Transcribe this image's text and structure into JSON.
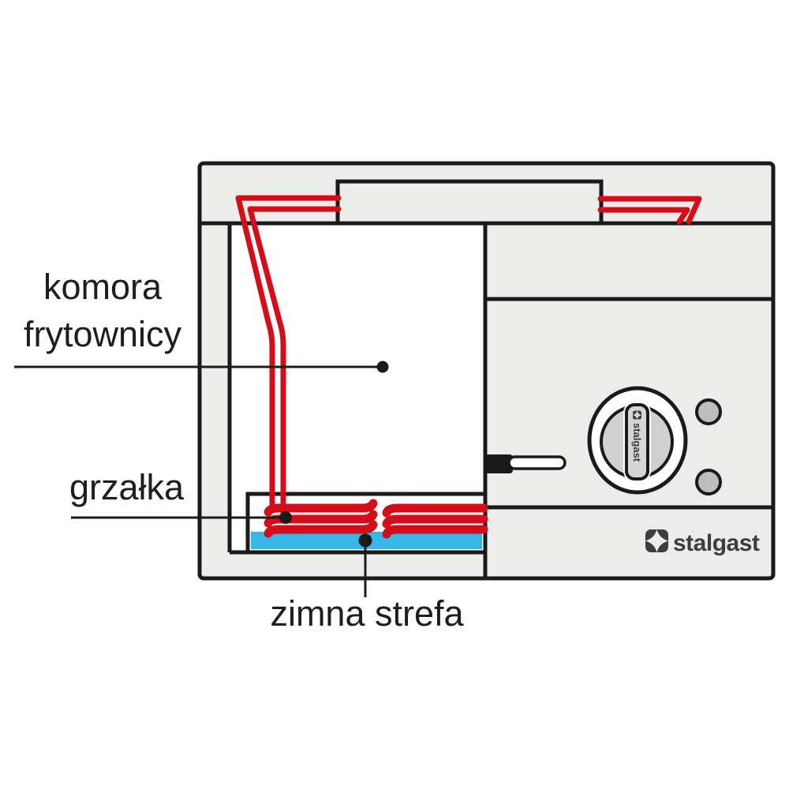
{
  "labels": {
    "chamber": {
      "line1": "komora",
      "line2": "frytownicy"
    },
    "heater": "grzałka",
    "cold_zone": "zimna strefa"
  },
  "brand": {
    "logo_text": "stalgast",
    "knob_label": "stalgast"
  },
  "colors": {
    "red": "#d40d18",
    "blue": "#3ab5e8",
    "panel": "#ececeb",
    "line": "#1a1a1a",
    "knobgray": "#d6d6d6",
    "innergray": "#d0d0d0",
    "indicator": "#bdbdbd",
    "brand": "#3d3d3d",
    "text": "#1d1d1b"
  }
}
